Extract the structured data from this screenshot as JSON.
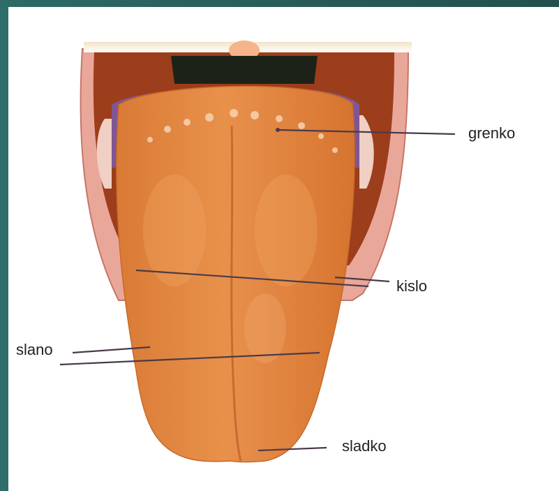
{
  "labels": {
    "grenko": "grenko",
    "kislo": "kislo",
    "slano": "slano",
    "sladko": "sladko"
  },
  "colors": {
    "frame": "#2f6f6a",
    "tongue": "#e3843f",
    "lip": "#e9a79a",
    "mouth_interior": "#9c3d1b",
    "line": "#4a3a4a"
  }
}
